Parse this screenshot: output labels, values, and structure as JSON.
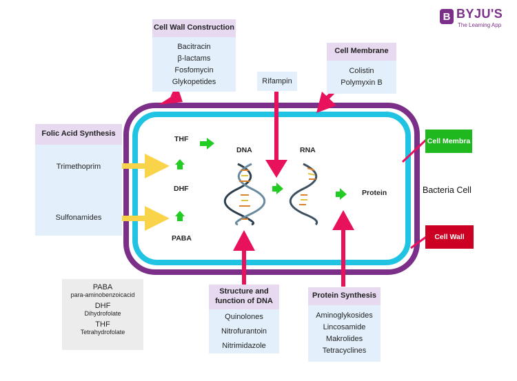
{
  "brand": {
    "logo_letter": "B",
    "name": "BYJU'S",
    "tagline": "The Learning App"
  },
  "cell_wall_construction": {
    "title": "Cell Wall Construction",
    "drugs": [
      "Bacitracin",
      "β-lactams",
      "Fosfomycin",
      "Glykopetides"
    ]
  },
  "cell_membrane": {
    "title": "Cell Membrane",
    "drugs": [
      "Colistin",
      "Polymyxin B"
    ]
  },
  "rifampin": "Rifampin",
  "folic_acid": {
    "title": "Folic Acid Synthesis",
    "drugs": [
      "Trimethoprim",
      "Sulfonamides"
    ]
  },
  "cell_labels": {
    "thf": "THF",
    "dhf": "DHF",
    "paba": "PABA",
    "dna": "DNA",
    "rna": "RNA",
    "protein": "Protein"
  },
  "dna_structure": {
    "title": "Structure and function of DNA",
    "drugs": [
      "Quinolones",
      "Nitrofurantoin",
      "Nitrimidazole"
    ]
  },
  "protein_synthesis": {
    "title": "Protein Synthesis",
    "drugs": [
      "Aminoglykosides",
      "Lincosamide",
      "Makrolides",
      "Tetracyclines"
    ]
  },
  "side_tags": {
    "membrane": "Cell Membra",
    "wall": "Cell Wall",
    "bacteria": "Bacteria Cell"
  },
  "legend": [
    {
      "abbr": "PABA",
      "full": "para-aminobenzoicacid"
    },
    {
      "abbr": "DHF",
      "full": "Dihydrofolate"
    },
    {
      "abbr": "THF",
      "full": "Tetrahydrofolate"
    }
  ],
  "colors": {
    "wall": "#7b2f88",
    "membrane": "#20c4e2",
    "arrow_pink": "#e8125c",
    "arrow_yellow": "#f9d34a",
    "arrow_green": "#22cc22",
    "tag_green": "#1fb81f",
    "tag_red": "#cc0022",
    "header": "#e6d9f0",
    "panel": "#e3f0fb"
  }
}
